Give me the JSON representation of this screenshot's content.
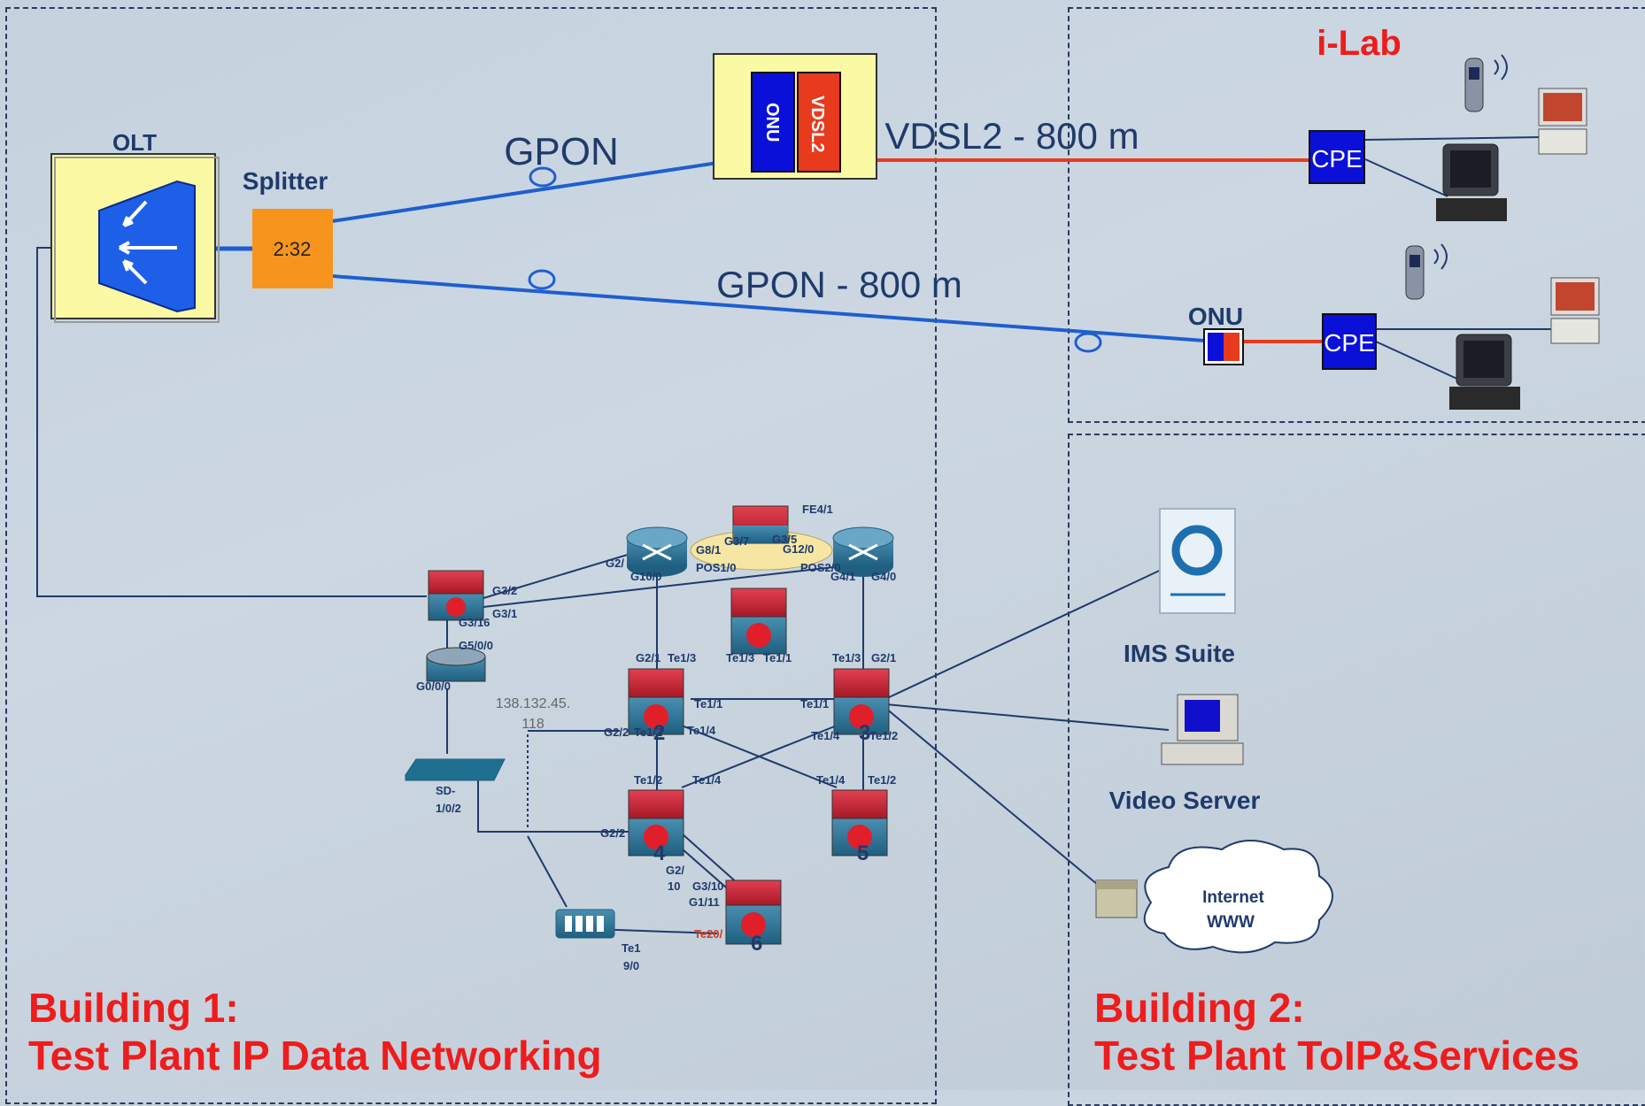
{
  "labels": {
    "olt": "OLT",
    "splitter": "Splitter",
    "splitter_ratio": "2:32",
    "gpon": "GPON",
    "onu_top": "ONU",
    "vdsl2_box": "VDSL2",
    "vdsl2_link": "VDSL2 - 800 m",
    "gpon_link": "GPON - 800 m",
    "ilab": "i-Lab",
    "cpe_top": "CPE",
    "onu_right": "ONU",
    "cpe_bottom": "CPE",
    "ims": "IMS Suite",
    "video_server": "Video Server",
    "internet_1": "Internet",
    "internet_2": "WWW",
    "building1_line1": "Building 1:",
    "building1_line2": "Test Plant IP Data Networking",
    "building2_line1": "Building 2:",
    "building2_line2": "Test Plant ToIP&Services",
    "ip_line1": "138.132.45.",
    "ip_line2": "118"
  },
  "ports": {
    "fe41": "FE4/1",
    "g37": "G3/7",
    "g35": "G3/5",
    "g81": "G8/1",
    "g120": "G12/0",
    "pos10": "POS1/0",
    "pos20": "POS2/0",
    "g2slash": "G2/",
    "g100": "G10/0",
    "g41": "G4/1",
    "g40": "G4/0",
    "g32": "G3/2",
    "g31": "G3/1",
    "g316": "G3/16",
    "g500": "G5/0/0",
    "g000": "G0/0/0",
    "sd_1": "SD-",
    "sd_2": "1/0/2",
    "l_g21": "G2/1",
    "l_te13": "Te1/3",
    "m_te13": "Te1/3",
    "m_te11": "Te1/1",
    "r_te13": "Te1/3",
    "r_g21": "G2/1",
    "l_te11": "Te1/1",
    "r_te11": "Te1/1",
    "l_te14": "Te1/4",
    "g22_top": "G2/2",
    "l_te12": "Te1/2",
    "r_te14": "Te1/4",
    "r_te12": "Te1/2",
    "b4_te12": "Te1/2",
    "b4_te14": "Te1/4",
    "b5_te14": "Te1/4",
    "b5_te12": "Te1/2",
    "g22_bot": "G2/2",
    "g2_10a": "G2/",
    "g2_10b": "10",
    "g310": "G3/10",
    "g111": "G1/11",
    "te20": "Te20/",
    "te1": "Te1",
    "te90": "9/0",
    "n2": "2",
    "n3": "3",
    "n4": "4",
    "n5": "5",
    "n6": "6"
  },
  "colors": {
    "title_red": "#ee1c1c",
    "link_blue": "#1e5fcf",
    "vdsl_red": "#e83a1c",
    "cpe_blue": "#0b10d8",
    "olt_yellow": "#fbf9a4",
    "splitter_orange": "#f7941d",
    "thin_navy": "#1f3a6b"
  }
}
